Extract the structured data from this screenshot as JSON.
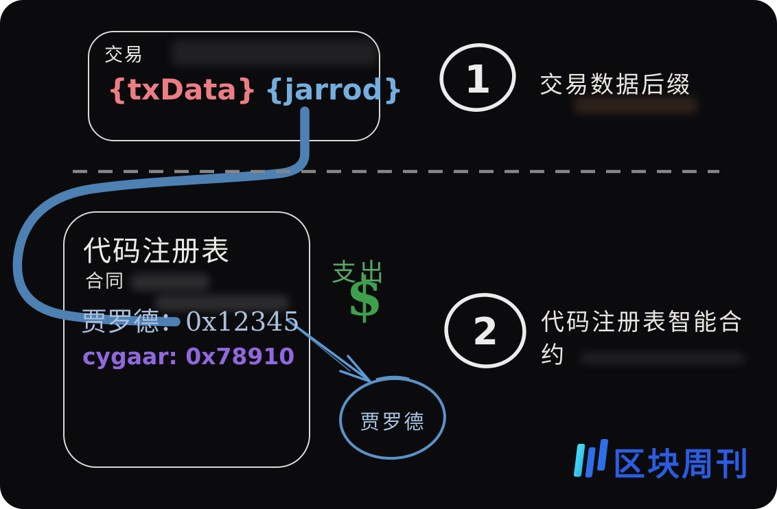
{
  "transaction": {
    "label": "交易",
    "tokens": [
      {
        "text": "{txData}"
      },
      {
        "text": "{jarrod}"
      }
    ]
  },
  "steps": {
    "one": {
      "number": "1",
      "label": "交易数据后缀"
    },
    "two": {
      "number": "2",
      "label": "代码注册表智能合约"
    }
  },
  "registry": {
    "title": "代码注册表",
    "subtitle": "合同",
    "entries": [
      {
        "text": "贾罗德：0x12345"
      },
      {
        "text": "cygaar: 0x78910"
      }
    ]
  },
  "payment": {
    "label": "支出",
    "symbol": "$"
  },
  "recipient": {
    "label": "贾罗德"
  },
  "logo": {
    "text": "区块周刊"
  },
  "colors": {
    "canvas_bg": "#0b0b0d",
    "box_border": "#d9d9d6",
    "white_text": "#e8e6e1",
    "txdata_red": "#ed7d85",
    "jarrod_blue": "#74aede",
    "entry_blue": "#a9bfdc",
    "entry_purple": "#9168dd",
    "payment_green": "#3fa04c",
    "flow_curve_blue": "#4d80b3",
    "arrow_blue": "#5b9bd5",
    "dash_gray": "#878787",
    "logo_blue": "#2b5ce2",
    "logo_icon_cyan": "#3fd6f6",
    "logo_icon_blue": "#2e6ee8"
  }
}
